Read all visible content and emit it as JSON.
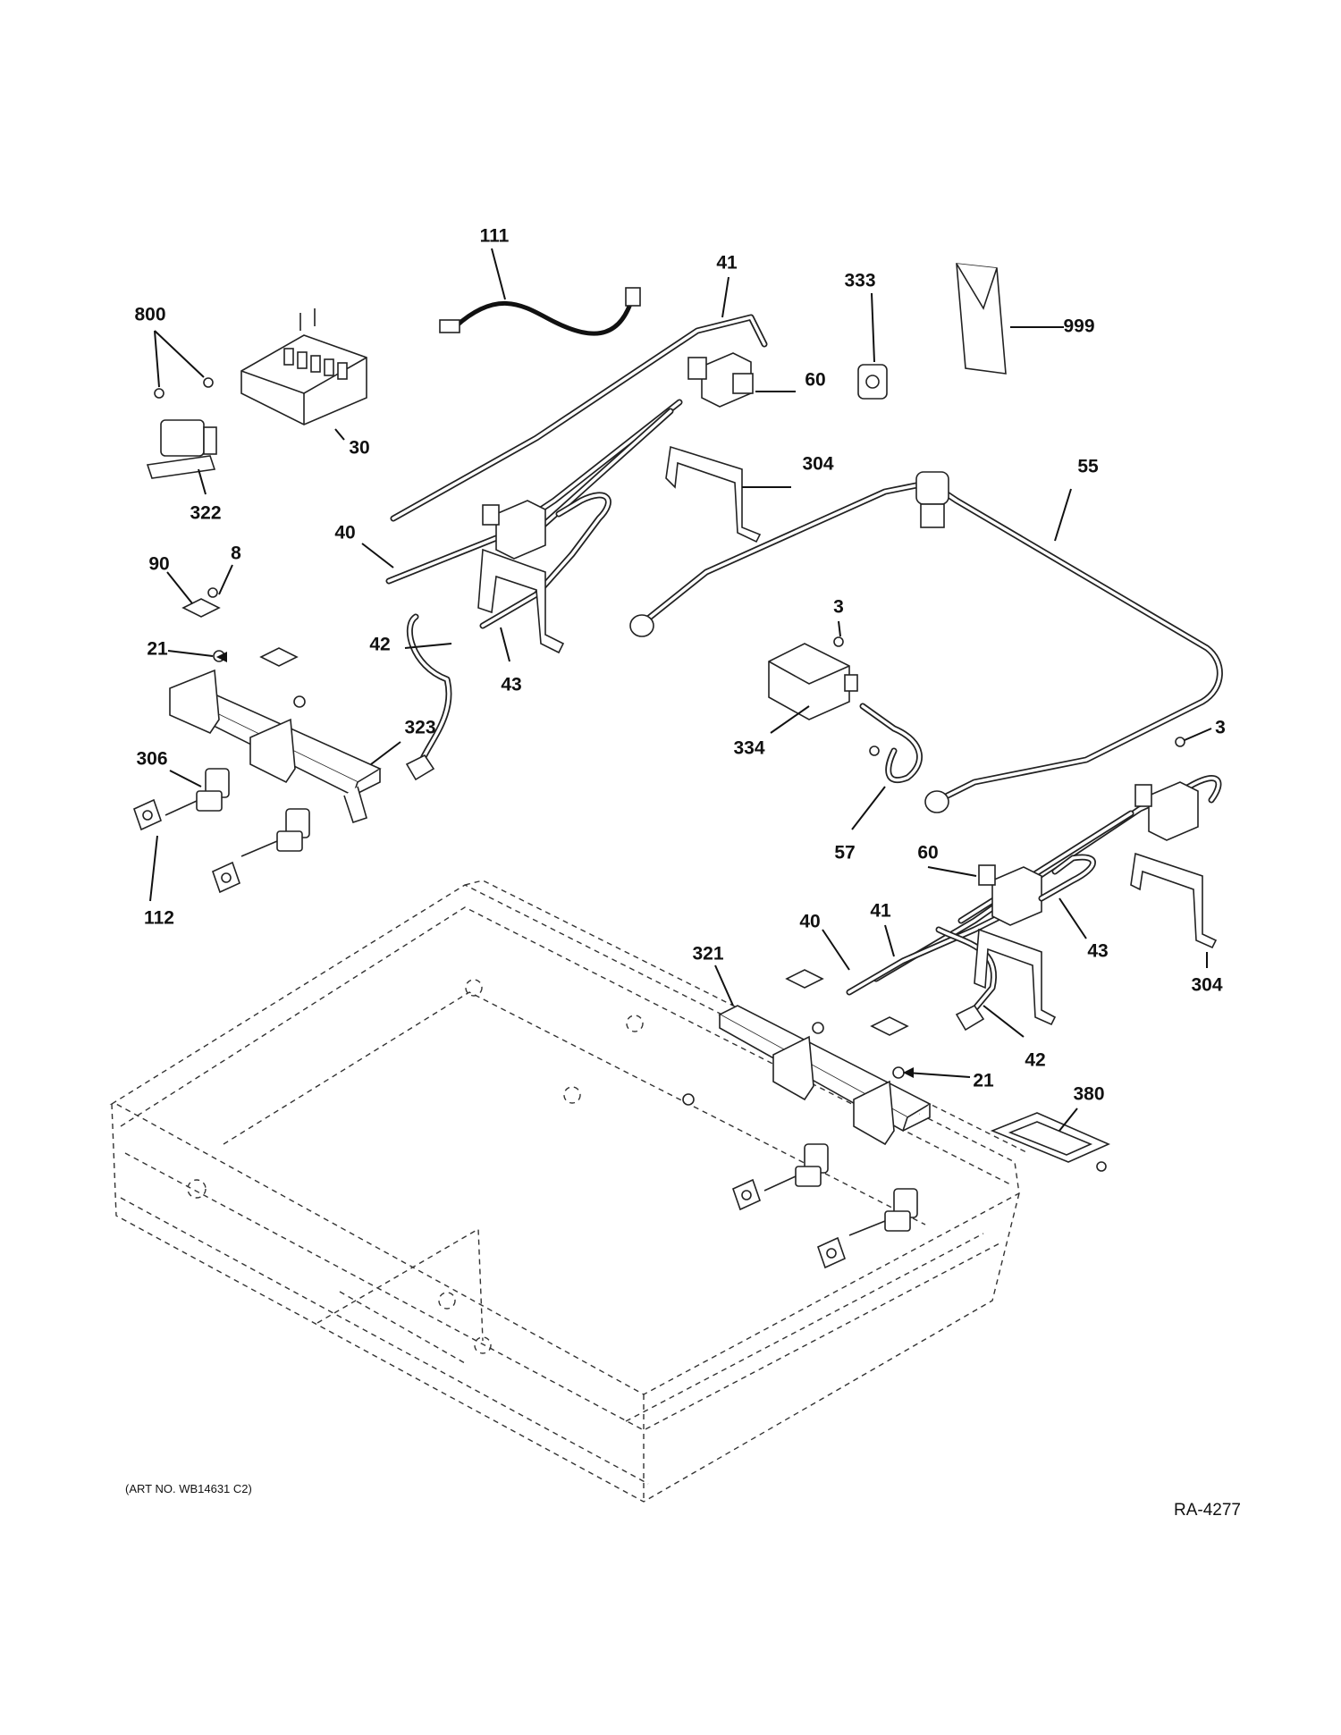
{
  "callouts": [
    {
      "id": "c111",
      "text": "111"
    },
    {
      "id": "c41a",
      "text": "41"
    },
    {
      "id": "c333",
      "text": "333"
    },
    {
      "id": "c999",
      "text": "999"
    },
    {
      "id": "c800",
      "text": "800"
    },
    {
      "id": "c60a",
      "text": "60"
    },
    {
      "id": "c30",
      "text": "30"
    },
    {
      "id": "c304a",
      "text": "304"
    },
    {
      "id": "c55",
      "text": "55"
    },
    {
      "id": "c322",
      "text": "322"
    },
    {
      "id": "c40a",
      "text": "40"
    },
    {
      "id": "c90",
      "text": "90"
    },
    {
      "id": "c8",
      "text": "8"
    },
    {
      "id": "c3a",
      "text": "3"
    },
    {
      "id": "c21a",
      "text": "21"
    },
    {
      "id": "c42a",
      "text": "42"
    },
    {
      "id": "c43a",
      "text": "43"
    },
    {
      "id": "c323",
      "text": "323"
    },
    {
      "id": "c3b",
      "text": "3"
    },
    {
      "id": "c334",
      "text": "334"
    },
    {
      "id": "c306",
      "text": "306"
    },
    {
      "id": "c57",
      "text": "57"
    },
    {
      "id": "c60b",
      "text": "60"
    },
    {
      "id": "c112",
      "text": "112"
    },
    {
      "id": "c41b",
      "text": "41"
    },
    {
      "id": "c40b",
      "text": "40"
    },
    {
      "id": "c43b",
      "text": "43"
    },
    {
      "id": "c321",
      "text": "321"
    },
    {
      "id": "c304b",
      "text": "304"
    },
    {
      "id": "c42b",
      "text": "42"
    },
    {
      "id": "c21b",
      "text": "21"
    },
    {
      "id": "c380",
      "text": "380"
    }
  ],
  "footer": {
    "art_number": "(ART NO. WB14631 C2)",
    "page_code": "RA-4277"
  }
}
